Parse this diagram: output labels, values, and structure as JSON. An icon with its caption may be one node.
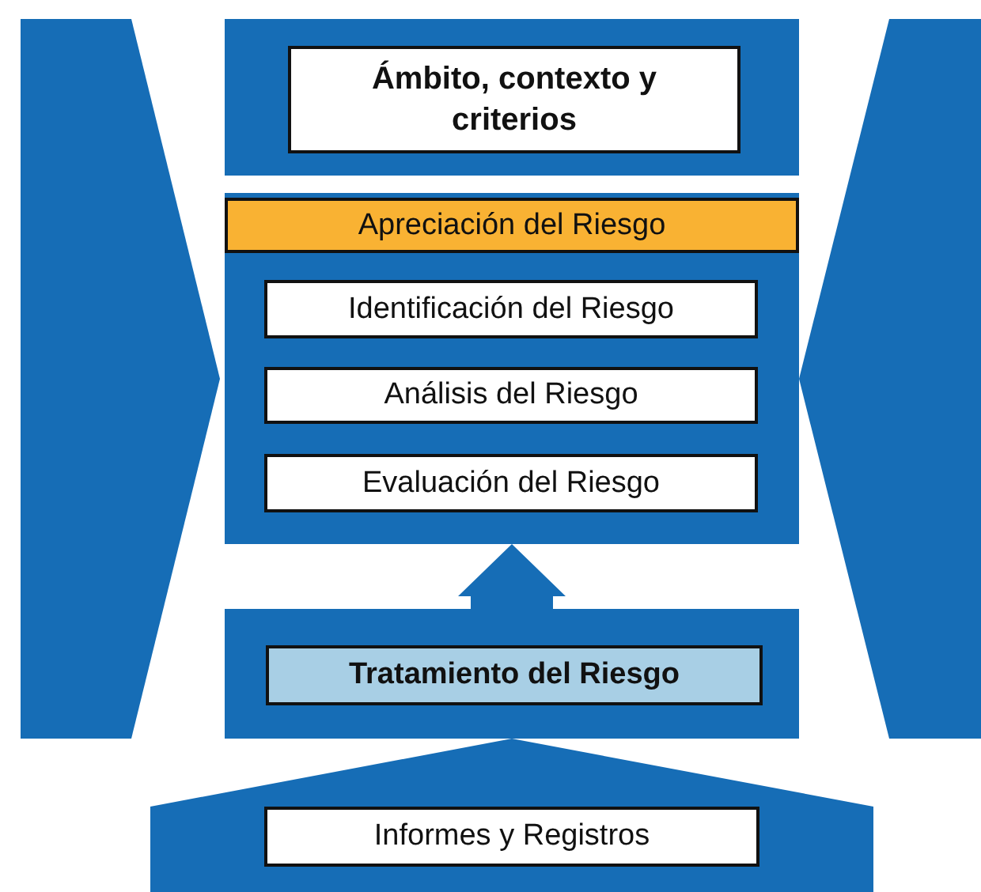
{
  "diagram": {
    "nodes": [
      {
        "text": [],
        "shape": "chevron"
      },
      {
        "text": [],
        "shape": "box"
      },
      {
        "text": [
          "Ámbito, contexto y criterios"
        ],
        "in": 1
      },
      {
        "text": [],
        "shape": "box"
      },
      {
        "text": [
          "Apreciación del Riesgo"
        ],
        "in": 3
      },
      {
        "text": [
          "Identificación del Riesgo"
        ],
        "in": 3
      },
      {
        "text": [
          "Análisis del Riesgo"
        ],
        "in": 3
      },
      {
        "text": [
          "Evaluación del Riesgo"
        ],
        "in": 3
      },
      {
        "text": [],
        "shape": "box"
      },
      {
        "text": [
          "Tratamiento del Riesgo"
        ],
        "in": 8
      },
      {
        "text": [],
        "shape": "chevron"
      },
      {
        "text": [],
        "shape": "pentagon"
      },
      {
        "text": [
          "Informes y Registros"
        ],
        "in": 11
      }
    ],
    "edges": [
      {
        "from": 8,
        "to": 3,
        "arrow": "to"
      }
    ]
  }
}
